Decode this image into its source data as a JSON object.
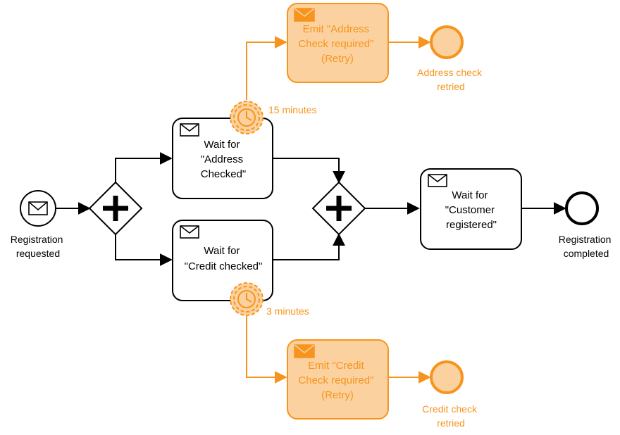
{
  "colors": {
    "stroke": "#000000",
    "accent": "#F7941D",
    "accent_fill": "#FBD29F",
    "background": "#FFFFFF"
  },
  "events": {
    "start": {
      "label_line1": "Registration",
      "label_line2": "requested",
      "icon": "envelope-icon"
    },
    "end_main": {
      "label_line1": "Registration",
      "label_line2": "completed"
    },
    "end_address": {
      "label_line1": "Address check",
      "label_line2": "retried"
    },
    "end_credit": {
      "label_line1": "Credit check",
      "label_line2": "retried"
    }
  },
  "tasks": {
    "wait_address": {
      "line1": "Wait for",
      "line2": "\"Address",
      "line3": "Checked\"",
      "icon": "envelope-icon"
    },
    "wait_credit": {
      "line1": "Wait for",
      "line2": "\"Credit checked\"",
      "icon": "envelope-icon"
    },
    "wait_customer": {
      "line1": "Wait for",
      "line2": "\"Customer",
      "line3": "registered\"",
      "icon": "envelope-icon"
    },
    "emit_address": {
      "line1": "Emit \"Address",
      "line2": "Check required\"",
      "line3": "(Retry)",
      "icon": "envelope-filled-icon"
    },
    "emit_credit": {
      "line1": "Emit \"Credit",
      "line2": "Check required\"",
      "line3": "(Retry)",
      "icon": "envelope-filled-icon"
    }
  },
  "timers": {
    "address": {
      "label": "15 minutes",
      "icon": "clock-icon"
    },
    "credit": {
      "label": "3 minutes",
      "icon": "clock-icon"
    }
  },
  "gateways": {
    "split": {
      "type": "parallel",
      "icon": "plus-icon"
    },
    "join": {
      "type": "parallel",
      "icon": "plus-icon"
    }
  }
}
